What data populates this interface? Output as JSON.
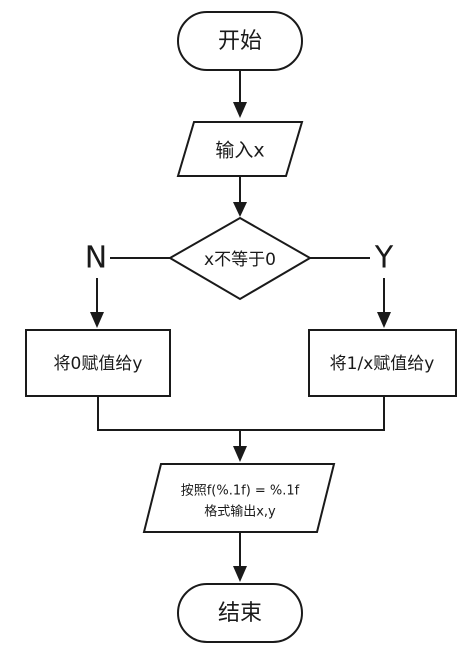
{
  "flowchart": {
    "start": "开始",
    "input": "输入x",
    "condition": "x不等于0",
    "no_label": "N",
    "yes_label": "Y",
    "assign_zero": "将0赋值给y",
    "assign_reciprocal": "将1/x赋值给y",
    "output_line1": "按照f(%.1f) = %.1f",
    "output_line2": "格式输出x,y",
    "end": "结束"
  }
}
